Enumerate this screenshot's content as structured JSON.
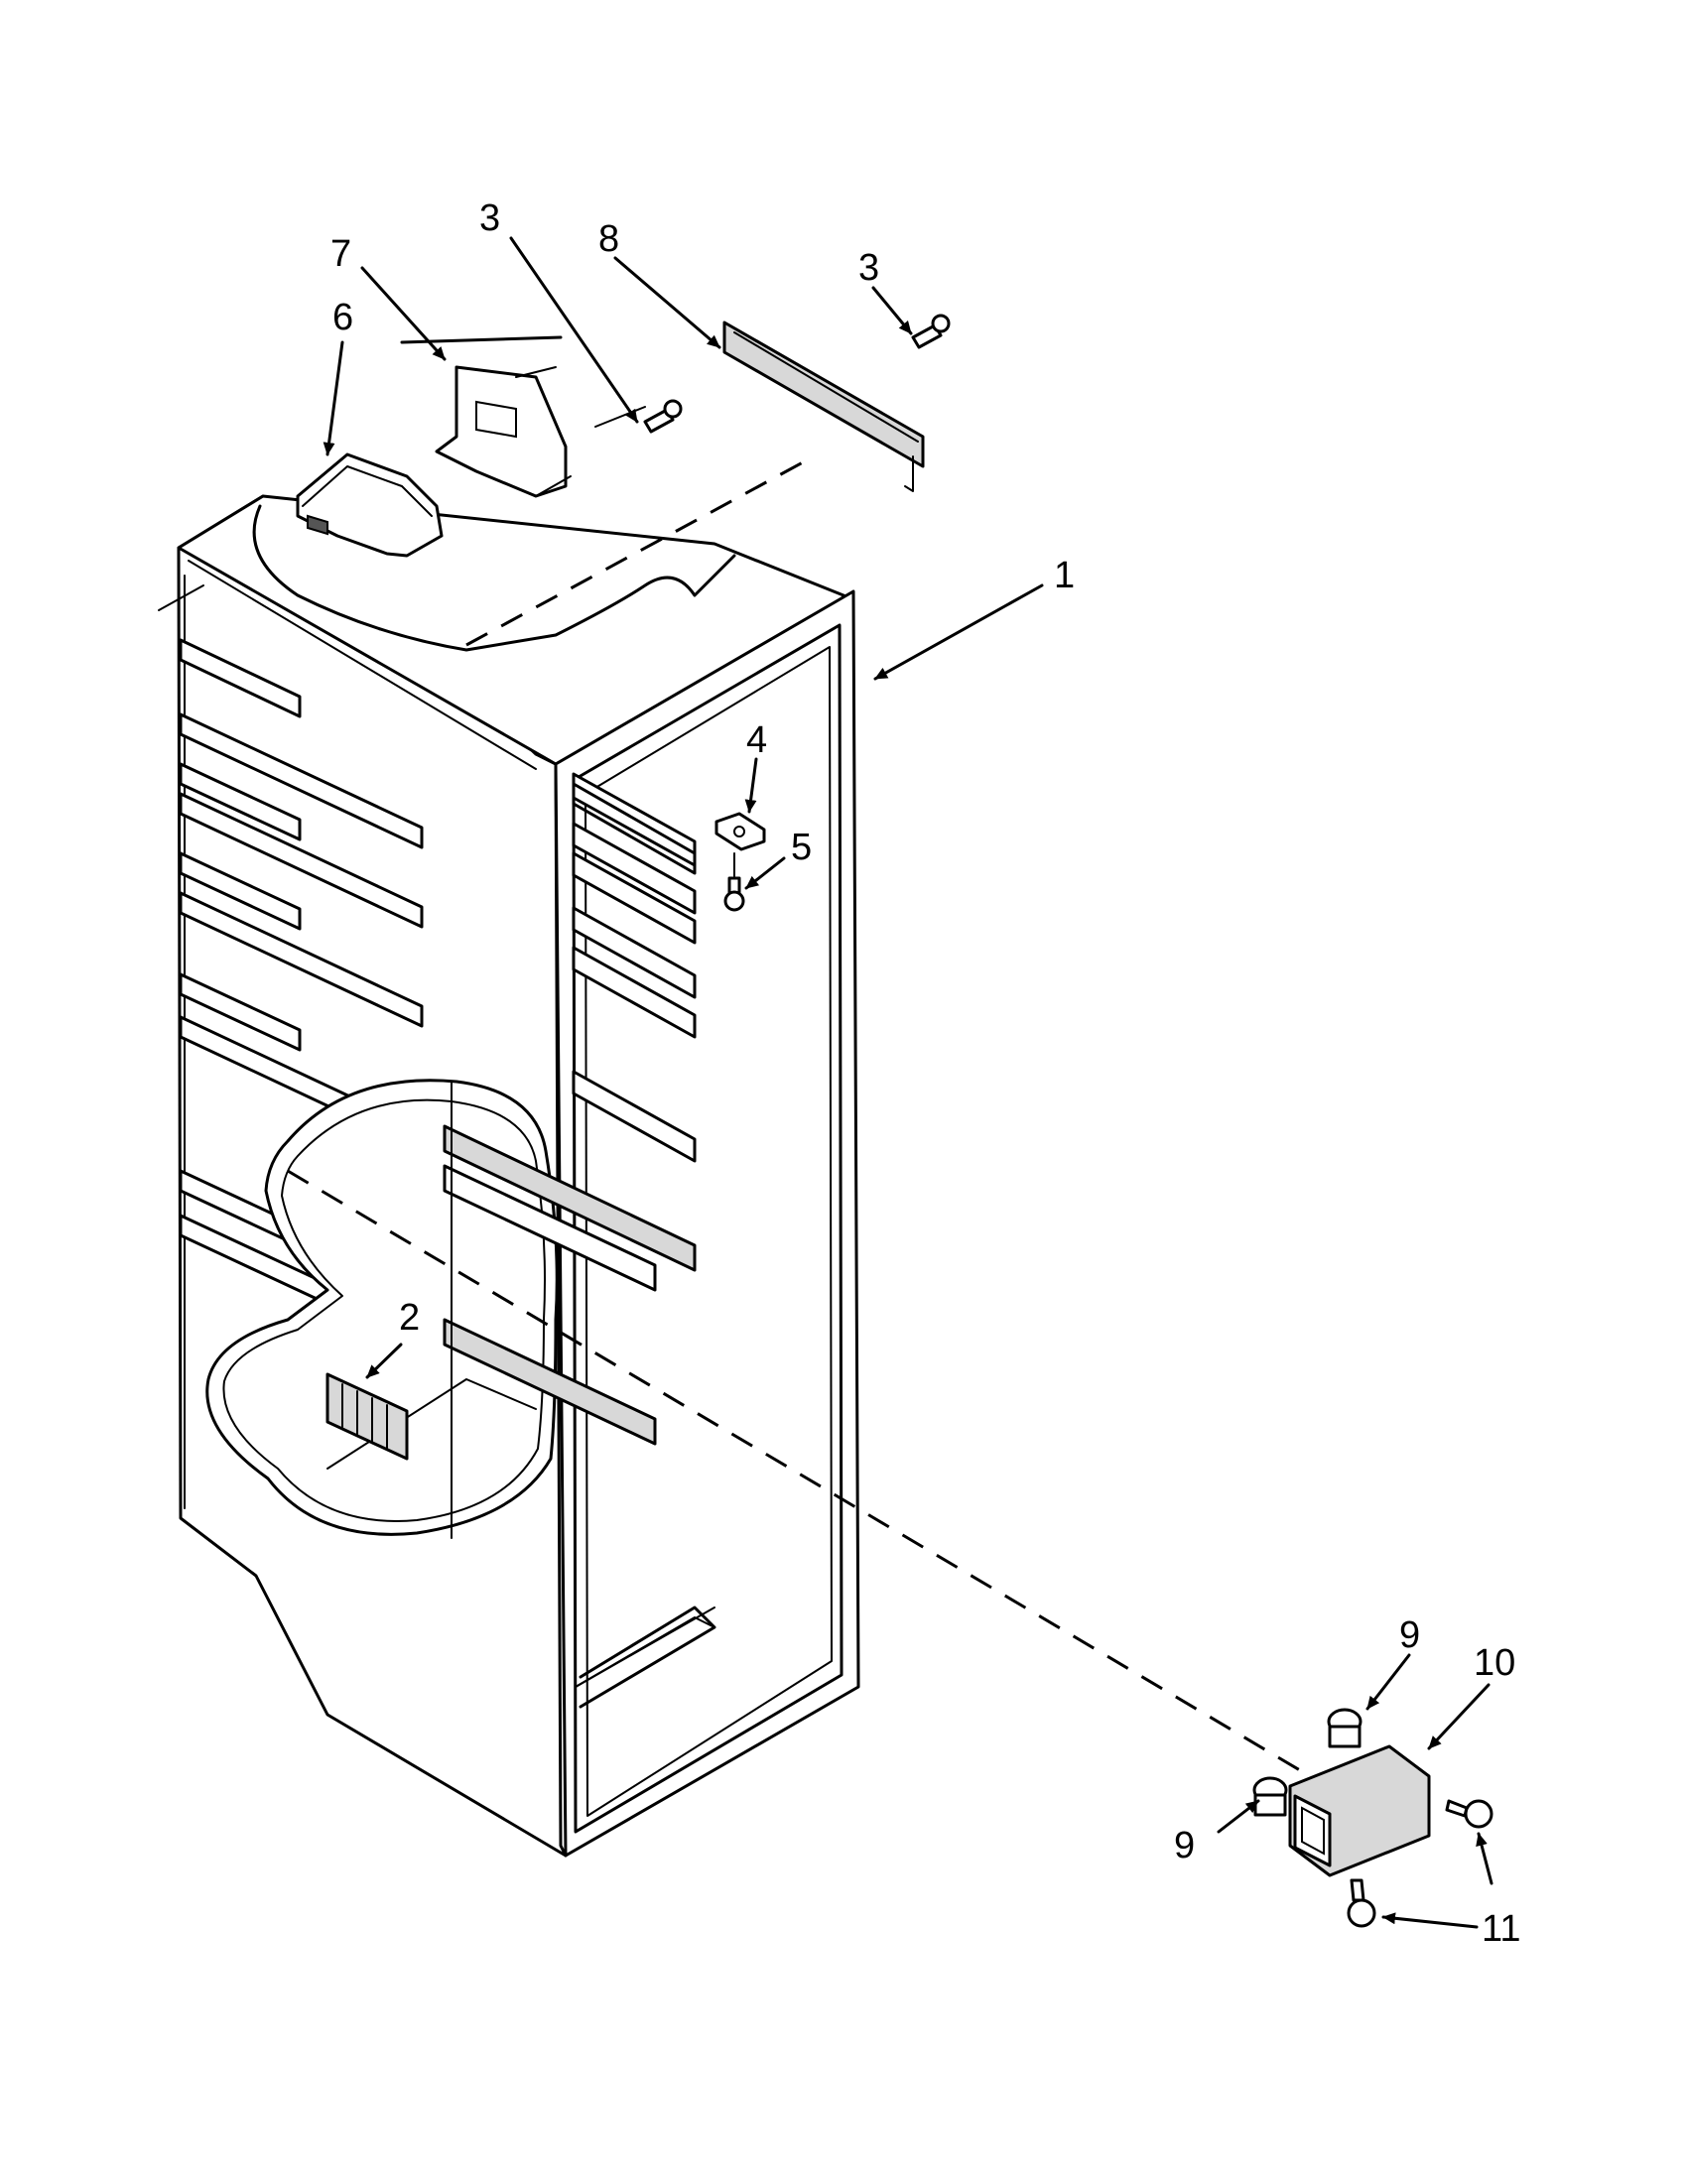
{
  "diagram": {
    "colors": {
      "ink": "#000000",
      "paper": "#ffffff",
      "shade": "#d8d8d8"
    },
    "callouts": [
      {
        "id": "c1",
        "label": "1"
      },
      {
        "id": "c2",
        "label": "2"
      },
      {
        "id": "c3a",
        "label": "3"
      },
      {
        "id": "c3b",
        "label": "3"
      },
      {
        "id": "c4",
        "label": "4"
      },
      {
        "id": "c5",
        "label": "5"
      },
      {
        "id": "c6",
        "label": "6"
      },
      {
        "id": "c7",
        "label": "7"
      },
      {
        "id": "c8",
        "label": "8"
      },
      {
        "id": "c9a",
        "label": "9"
      },
      {
        "id": "c9b",
        "label": "9"
      },
      {
        "id": "c10",
        "label": "10"
      },
      {
        "id": "c11",
        "label": "11"
      }
    ]
  }
}
